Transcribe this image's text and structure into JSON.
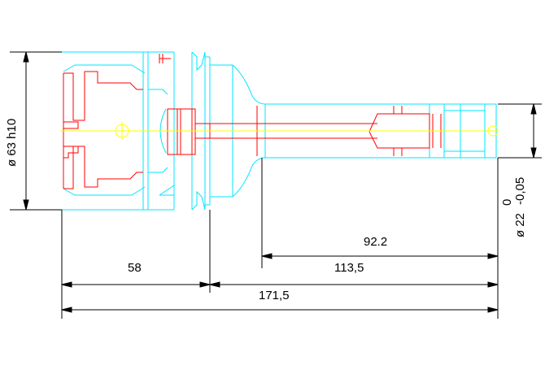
{
  "colors": {
    "background": "#ffffff",
    "outline": "#00e5ff",
    "detail": "#ff0000",
    "centerline": "#ffff00",
    "dimension": "#000000"
  },
  "dimensions": {
    "flange_diameter": "ø 63 h10",
    "nose_diameter_value": "ø 22",
    "nose_tolerance_upper": "0",
    "nose_tolerance_lower": "-0,05",
    "flange_length": "58",
    "nose_body_length": "92.2",
    "extension_length": "113,5",
    "overall_length": "171,5"
  }
}
